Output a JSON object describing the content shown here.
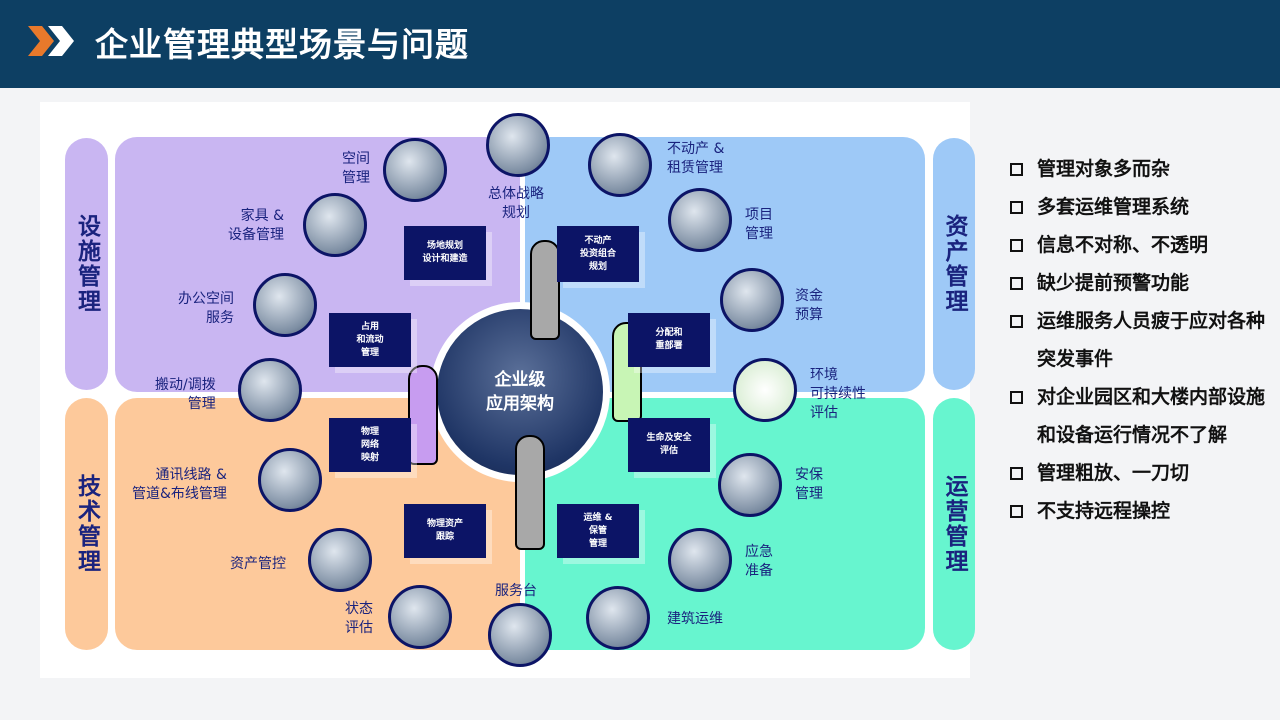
{
  "header": {
    "title": "企业管理典型场景与问题"
  },
  "diagram": {
    "center": [
      "企业级",
      "应用架构"
    ],
    "sides": {
      "facility": "设施管理",
      "asset": "资产管理",
      "technical": "技术管理",
      "operations": "运营管理"
    },
    "boxes": [
      "场地规划\n设计和建造",
      "不动产\n投资组合\n规划",
      "占用\n和流动\n管理",
      "分配和\n重部署",
      "物理\n网络\n映射",
      "生命及安全\n评估",
      "物理资产\n跟踪",
      "运维 &\n保管\n管理"
    ],
    "items": [
      "空间\n管理",
      "家具 &\n设备管理",
      "办公空间\n服务",
      "搬动/调拨\n管理",
      "通讯线路 &\n管道&布线管理",
      "资产管控",
      "状态\n评估",
      "服务台",
      "总体战略\n规划",
      "不动产 &\n租赁管理",
      "项目\n管理",
      "资金\n预算",
      "环境\n可持续性\n评估",
      "安保\n管理",
      "应急\n准备",
      "建筑运维"
    ]
  },
  "problems": [
    "管理对象多而杂",
    "多套运维管理系统",
    "信息不对称、不透明",
    "缺少提前预警功能",
    "运维服务人员疲于应对各种突发事件",
    "对企业园区和大楼内部设施和设备运行情况不了解",
    "管理粗放、一刀切",
    "不支持远程操控"
  ],
  "colors": {
    "header": "#0d3f63",
    "accent": "#e8792b",
    "purple": "#c9b6f2",
    "blue": "#9ec9f7",
    "orange": "#fdc99b",
    "green": "#67f5cf",
    "box": "#0c1466"
  }
}
